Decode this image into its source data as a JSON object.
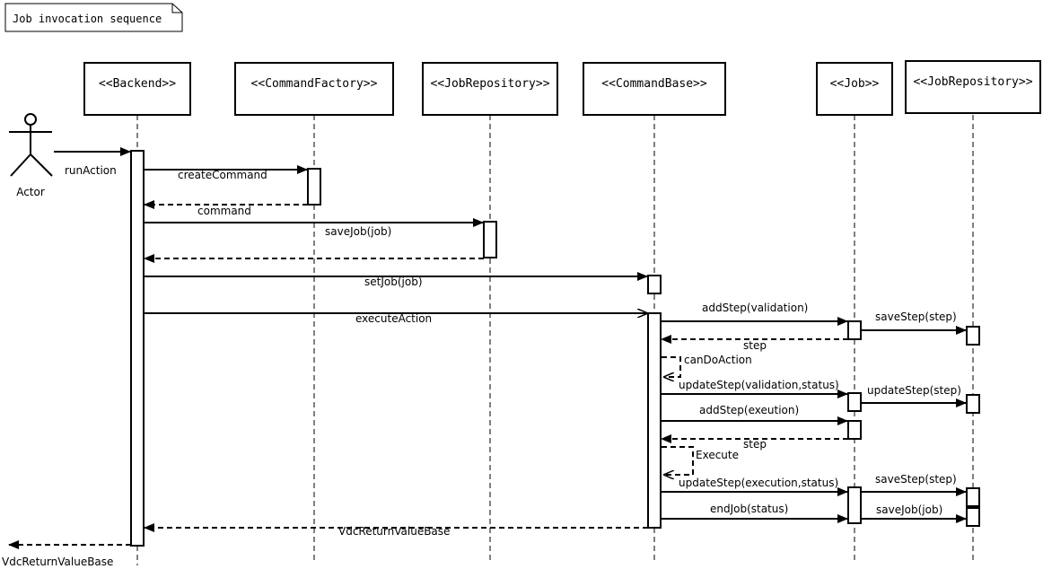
{
  "diagram": {
    "title": "Job invocation sequence",
    "actor": "Actor",
    "participants": [
      "<<Backend>>",
      "<<CommandFactory>>",
      "<<JobRepository>>",
      "<<CommandBase>>",
      "<<Job>>",
      "<<JobRepository>>"
    ],
    "messages": {
      "run_action": "runAction",
      "create_command": "createCommand",
      "command": "command",
      "save_job": "saveJob(job)",
      "set_job": "setJob(job)",
      "execute_action": "executeAction",
      "add_step_validation": "addStep(validation)",
      "save_step_1": "saveStep(step)",
      "step_1": "step",
      "can_do_action": "canDoAction",
      "update_step_validation": "updateStep(validation,status)",
      "update_step_repo": "updateStep(step)",
      "add_step_execution": "addStep(exeution)",
      "step_2": "step",
      "execute": "Execute",
      "update_step_execution": "updateStep(execution,status)",
      "save_step_2": "saveStep(step)",
      "end_job": "endJob(status)",
      "save_job_end": "saveJob(job)",
      "vdc_return_backend": "VdcReturnValueBase",
      "vdc_return_actor": "VdcReturnValueBase"
    }
  }
}
